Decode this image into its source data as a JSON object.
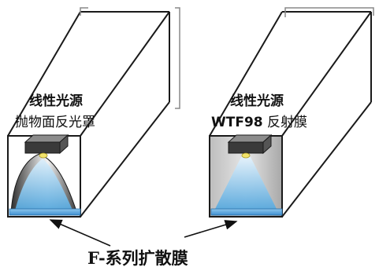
{
  "left_box": {
    "title": "线性光源",
    "subtitle": "抛物面反光罩"
  },
  "right_box": {
    "title": "线性光源",
    "subtitle_code": "WTF98",
    "subtitle_text": " 反射膜"
  },
  "caption": "F-系列扩散膜",
  "colors": {
    "outline": "#1a1a1a",
    "diffuser_blue": "#5aa9dd",
    "diffuser_light": "#cfe6f6",
    "housing_dark": "#3a3a3a",
    "led_yellow": "#f2e36b",
    "reflector_gray": "#9c9c9c"
  }
}
